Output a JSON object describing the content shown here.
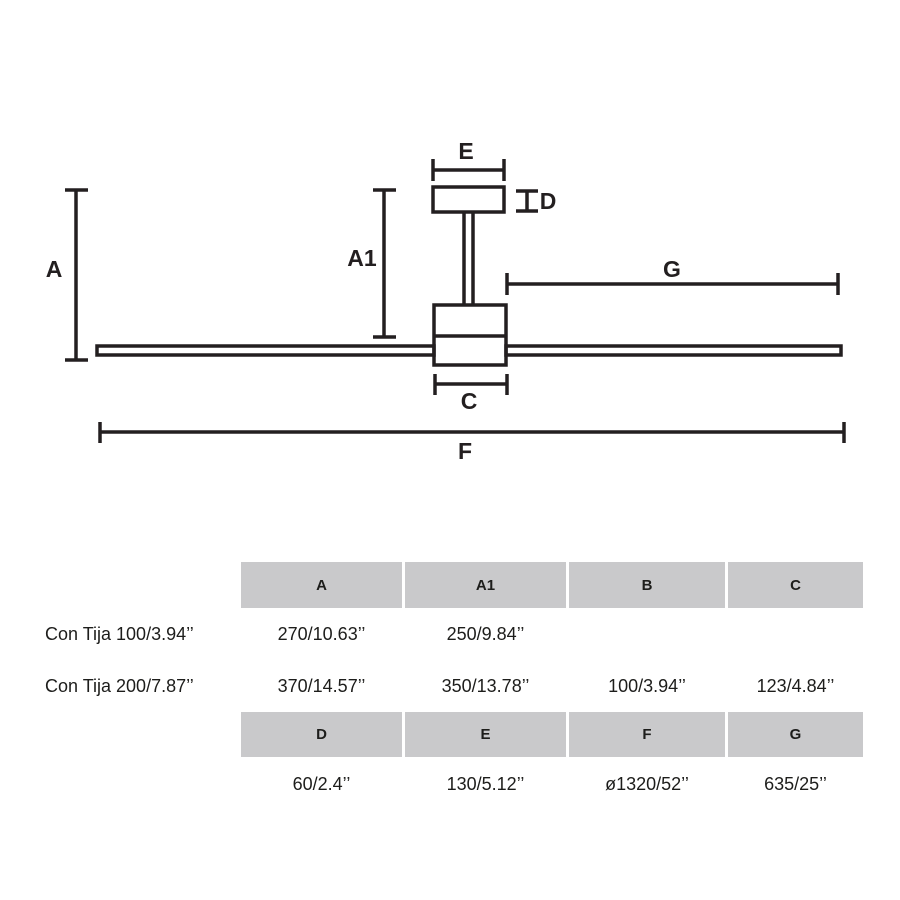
{
  "diagram": {
    "description": "Ceiling fan dimension drawing",
    "stroke_color": "#231f20",
    "labels": {
      "A": "A",
      "A1": "A1",
      "C": "C",
      "D": "D",
      "E": "E",
      "F": "F",
      "G": "G"
    }
  },
  "table": {
    "header_bg": "#c9c9cb",
    "header1": [
      "A",
      "A1",
      "B",
      "C"
    ],
    "header2": [
      "D",
      "E",
      "F",
      "G"
    ],
    "rows": [
      {
        "label": "Con Tija 100/3.94’’",
        "values": [
          "270/10.63’’",
          "250/9.84’’",
          "",
          ""
        ]
      },
      {
        "label": "Con Tija 200/7.87’’",
        "values": [
          "370/14.57’’",
          "350/13.78’’",
          "100/3.94’’",
          "123/4.84’’"
        ]
      }
    ],
    "bottom_values": [
      "60/2.4’’",
      "130/5.12’’",
      "ø1320/52’’",
      "635/25’’"
    ]
  }
}
